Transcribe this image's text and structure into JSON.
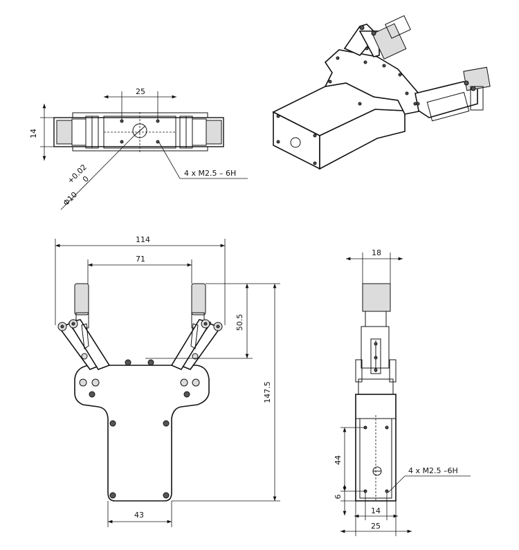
{
  "top_view": {
    "dim_top": "25",
    "dim_left": "14",
    "bore_tol_upper": "+0.02",
    "bore_tol_lower": "0",
    "bore_diameter": "Φ10",
    "thread_callout": "4 x  M2.5 – 6H"
  },
  "front_view": {
    "dim_overall_width": "114",
    "dim_jaw_span": "71",
    "dim_finger_height": "50.5",
    "dim_total_height": "147.5",
    "dim_base_width": "43"
  },
  "side_view": {
    "dim_finger_width": "18",
    "dim_hole_spacing": "44",
    "dim_bottom_offset": "6",
    "dim_hole_pitch": "14",
    "dim_plate_width": "25",
    "thread_callout": "4 x  M2.5 –6H"
  }
}
